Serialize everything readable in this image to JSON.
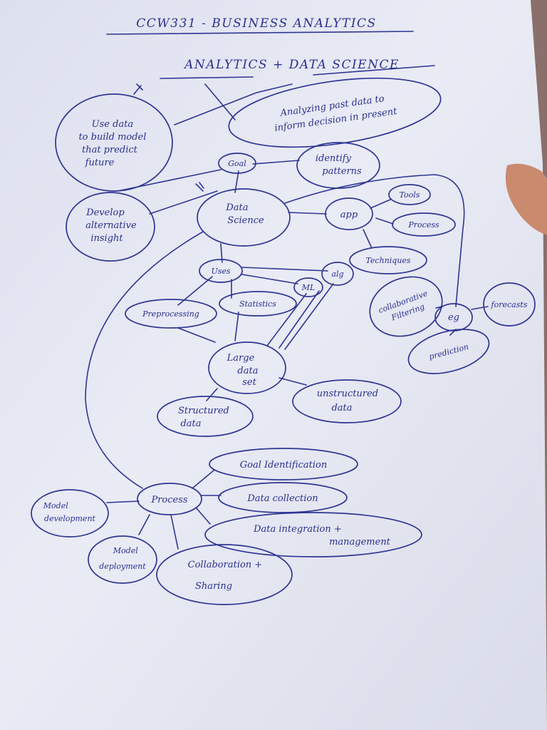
{
  "page": {
    "course_title": "CCW331 - BUSINESS ANALYTICS",
    "heading": "ANALYTICS + DATA SCIENCE"
  },
  "nodes": {
    "use_data": [
      "Use data",
      "to build model",
      "that predict",
      "future"
    ],
    "analyzing": [
      "Analyzing past data to",
      "inform decision in present"
    ],
    "goal": "Goal",
    "identify_patterns": [
      "identify",
      "patterns"
    ],
    "develop": [
      "Develop",
      "alternative",
      "insight"
    ],
    "data_science": [
      "Data",
      "Science"
    ],
    "app": "app",
    "tools": "Tools",
    "process_app": "Process",
    "techniques": "Techniques",
    "uses": "Uses",
    "alg": "alg",
    "ml": "ML",
    "statistics": "Statistics",
    "preprocessing": "Preprocessing",
    "collaborative_filtering": [
      "collaborative",
      "Filtering"
    ],
    "eg": "eg",
    "forecasts": "forecasts",
    "prediction": "prediction",
    "large_data_set": [
      "Large",
      "data",
      "set"
    ],
    "structured": [
      "Structured",
      "data"
    ],
    "unstructured": [
      "unstructured",
      "data"
    ],
    "process": "Process",
    "goal_identification": "Goal Identification",
    "data_collection": "Data collection",
    "data_integration": [
      "Data integration +",
      "management"
    ],
    "model_development": [
      "Model",
      "development"
    ],
    "model_deployment": [
      "Model",
      "deployment"
    ],
    "collaboration": [
      "Collaboration +",
      "Sharing"
    ]
  },
  "colors": {
    "ink": "#2f3592",
    "paper": "#eceef6"
  }
}
